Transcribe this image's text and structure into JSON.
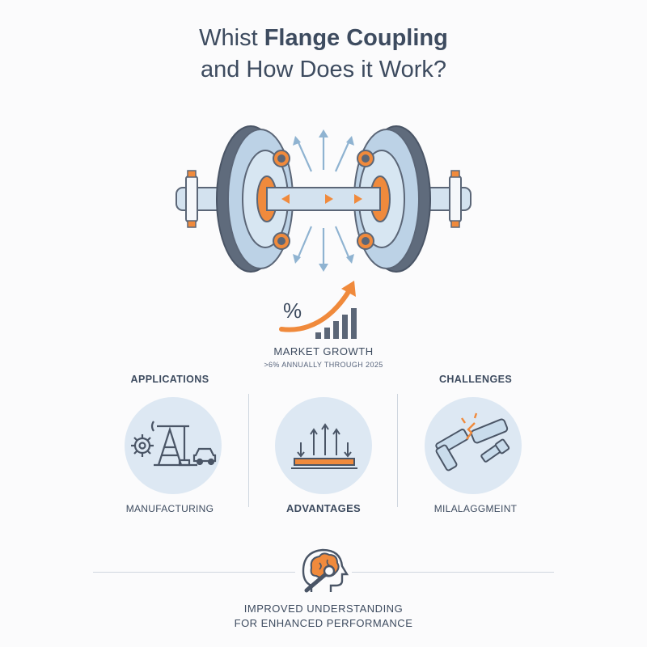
{
  "header": {
    "title_prefix": "Whist",
    "title_bold": "Flange Coupling",
    "title_line2": "and How Does it Work?"
  },
  "growth": {
    "symbol": "%",
    "label": "MARKET GROWTH",
    "sublabel": ">6% ANNUALLY THROUGH 2025",
    "icon": "growth-chart-icon"
  },
  "columns": {
    "applications": {
      "heading": "APPLICATIONS",
      "label": "MANUFACTURING",
      "icon": "industry-icons"
    },
    "advantages": {
      "heading": "",
      "label": "ADVANTAGES",
      "icon": "force-plate-icon"
    },
    "challenges": {
      "heading": "CHALLENGES",
      "label": "MILALAGGMEINT",
      "icon": "broken-shaft-icon"
    }
  },
  "footer": {
    "line1": "IMPROVED UNDERSTANDING",
    "line2": "FOR ENHANCED PERFORMANCE",
    "icon": "brain-wrench-icon"
  },
  "colors": {
    "accent": "#f08a3c",
    "steel": "#5b6677",
    "light_blue": "#c9dcec",
    "circle_bg": "#dde8f3",
    "text": "#3d4b5f"
  }
}
